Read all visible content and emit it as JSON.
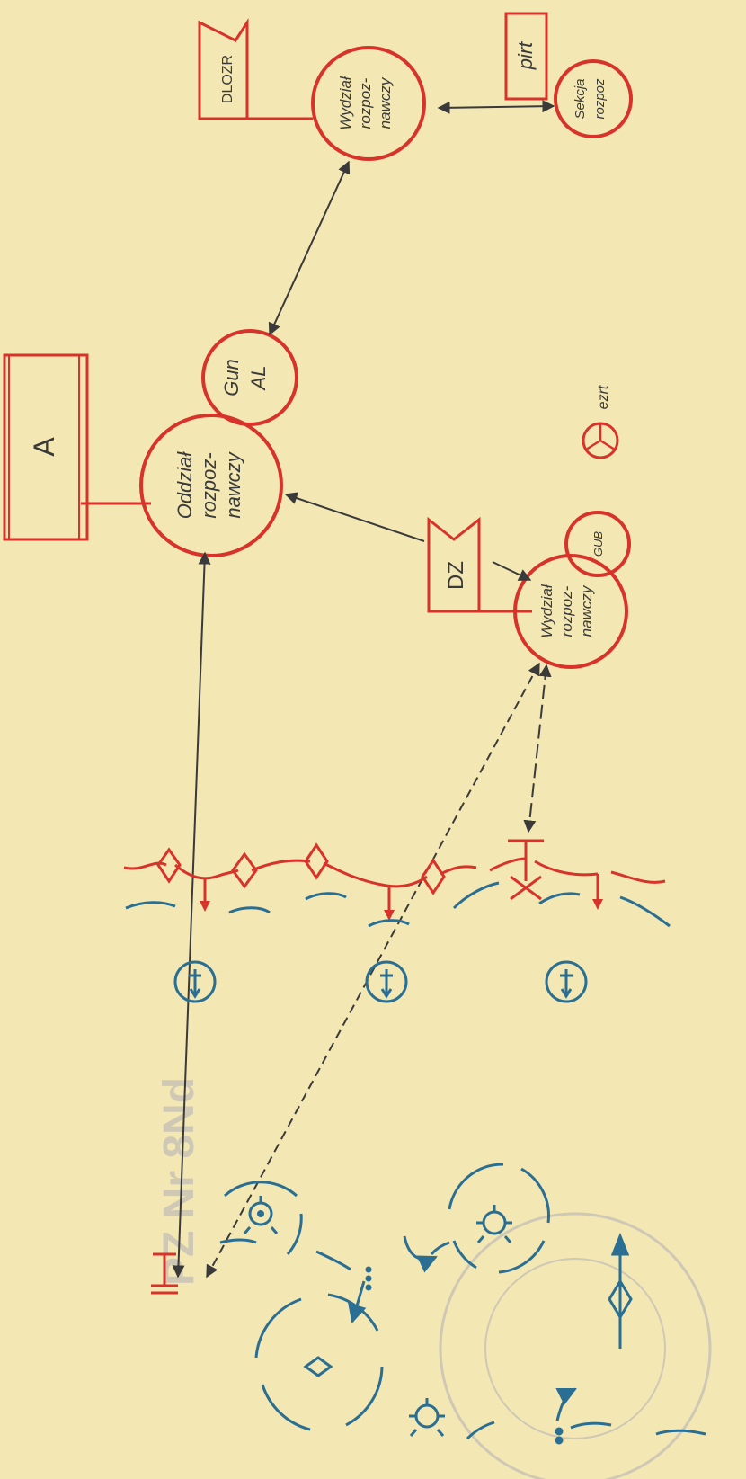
{
  "colors": {
    "paper": "#f3e7b3",
    "red": "#d8332b",
    "blue": "#2a6f93",
    "ink": "#3a3a3a",
    "stamp": "#8a8fb8"
  },
  "labels": {
    "box_a": "A",
    "oddzial_line1": "Oddział",
    "oddzial_line2": "rozpoz-",
    "oddzial_line3": "nawczy",
    "gun_line1": "Gun",
    "gun_line2": "AL",
    "wydzial_top_line1": "Wydział",
    "wydzial_top_line2": "rozpoz-",
    "wydzial_top_line3": "nawczy",
    "flag_top": "DLOZR",
    "sekcja_line1": "Sekcja",
    "sekcja_line2": "rozpoz",
    "pirt": "pirt",
    "dz": "DZ",
    "wydzial_low_line1": "Wydział",
    "wydzial_low_line2": "rozpoz-",
    "wydzial_low_line3": "nawczy",
    "gun_small": "GUB",
    "legend_symbol": "ezrt",
    "stamp_text": "PZ Nr 8Nd"
  }
}
